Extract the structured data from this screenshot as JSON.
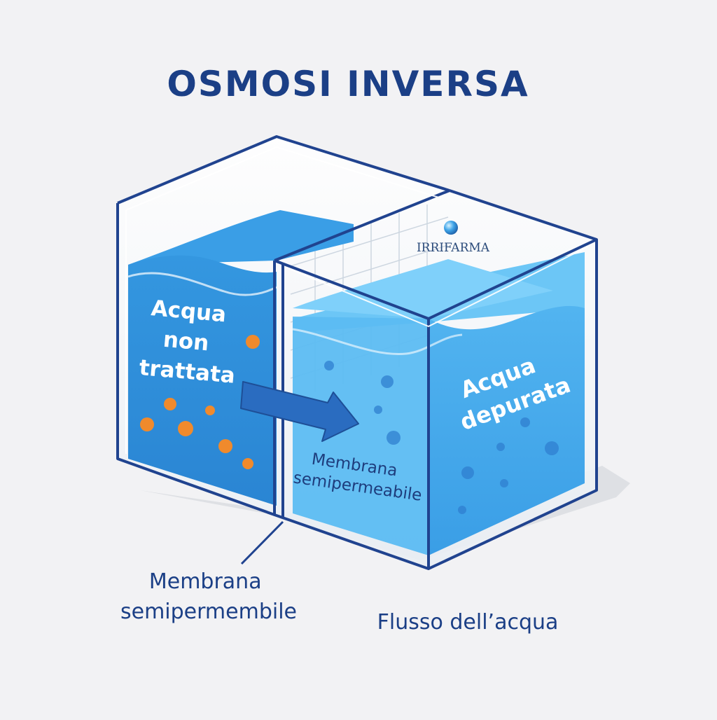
{
  "title": "OSMOSI INVERSA",
  "logo_text": "IRRIFARMA",
  "left_tank": {
    "label_lines": [
      "Acqua",
      "non",
      "trattata"
    ],
    "particle_color": "#f08a2c"
  },
  "right_tank": {
    "label_lines": [
      "Acqua",
      "depurata"
    ],
    "particle_color": "#2f7fd0"
  },
  "membrane_inner_label_lines": [
    "Membrana",
    "semipermeabile"
  ],
  "membrane_callout_lines": [
    "Membrana",
    "semipermembile"
  ],
  "flow_label": "Flusso dell’acqua",
  "colors": {
    "title": "#1b3f86",
    "outline": "#20438f",
    "water_dark": "#2f8fdd",
    "water_light": "#4fb1ef",
    "water_surface": "#6cc6f6",
    "arrow": "#2a6cc0",
    "label_dark": "#1e3d7d"
  }
}
